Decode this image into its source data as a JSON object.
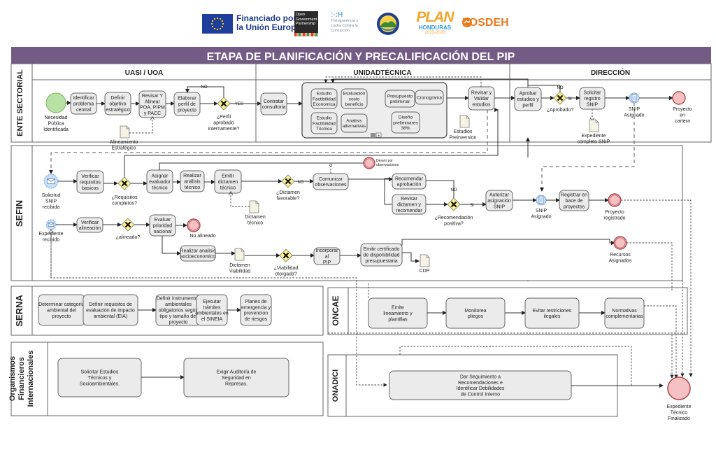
{
  "header_logos": {
    "eu_line1": "Financiado por",
    "eu_line2": "la Unión Europea",
    "ogp_lines": [
      "Open",
      "Government",
      "Partnership"
    ],
    "transp_mark": ":·:H",
    "transp_lines": [
      "Transparencia y",
      "Lucha Contra la",
      "Corrupción"
    ],
    "plan_big": "PLAN",
    "plan_country": "HONDURAS",
    "plan_years": "2023-2026",
    "fosdeh": "FOSDEH",
    "colors": {
      "eu_blue": "#1f3d9b",
      "eu_text": "#1e3a8a",
      "plan_orange": "#f4a52b",
      "plan_blue": "#2d9cd8",
      "fosdeh_orange": "#ee7a1e"
    }
  },
  "title": "ETAPA DE PLANIFICACIÓN Y PRECALIFICACIÓN DEL PIP",
  "colors": {
    "title_bar": "#735b86",
    "title_text": "#ffffff"
  },
  "ente_sectorial": {
    "pool_label": "ENTE SECTORIAL",
    "lanes": [
      "UASI / UOA",
      "UNIDADTÉCNICA",
      "DIRECCIÓN"
    ],
    "start_event": "Necesidad|Pública|Identificada",
    "tasks": {
      "identificar": "Identificar|problema|central",
      "definir": "Definir|objetivo|estratégico",
      "revisar": "Revisar Y|Alinear|POA, PIPM|y PACC",
      "elaborar": "Elaborar|perfil  de|proyecto",
      "contratar": "Contratar|consultoria",
      "revisar_validar": "Revisar y|Validar|estudios",
      "aprobar": "Aprobar|estudios y|perfil",
      "solicitar": "Solicitar|registro|SNIP"
    },
    "subprocess": {
      "estudio_econ": "Estudio|Factibilidad|Economica",
      "evaluacion": "Evaluación|costo|beneficio",
      "presupuesto": "Presupuesto|preliminar",
      "cronograma": "Cronograma",
      "estudio_tec": "Estudio|Factibilidad|Técnica",
      "analisis": "Analisis|alternativas",
      "diseno": "Diseño|preliminares|38%"
    },
    "docs": {
      "alineamiento": "Alineamiento|Estratégico",
      "estudios_pre": "Estudios|Preinversion",
      "expediente": "Expediente|completo SNIP"
    },
    "gateways": {
      "perfil": "¿Perfil|aprobado|internamente?",
      "aprobado": "¿Aprobado?"
    },
    "flow_labels": {
      "no": "NO",
      "yes": "YES",
      "si": "SI"
    },
    "snip_event": "SNIP|Asignado",
    "end_event": "Proyecto|en|cartera"
  },
  "sefin": {
    "pool_label": "SEFIN",
    "start_solicitud": "Solicitud|SNIP|recibida",
    "start_expediente": "Expediente|recibido",
    "tasks": {
      "verificar_req": "Verificar|requisitos|basicos",
      "asignar": "Asignar|evaluador|técnico",
      "realizar_tec": "Realizar|análisis|técnico",
      "emitir_dict": "Emitir|dictamen|técnico",
      "comunicar": "Comunicar|observaciones",
      "recomendar": "Recomendar|aprobación",
      "revisar_dict": "Revisar|dictamen y|recomendar",
      "autorizar": "Autorizar|asignación|SNIP",
      "registrar": "Registrar en|bace de|proyectos",
      "verificar_alin": "Verificar|alineación",
      "evaluar_prio": "Evaluar|prioridad|nacional",
      "realizar_socio": "Realizar analisis|socioeconomico",
      "incorporar": "Incorporar|al|PIP",
      "emitir_cert": "Emitir certificado|de disponibilidad|presupuestaria"
    },
    "gateways": {
      "requisitos": "¿Requisitos|completos?",
      "dictamen": "¿Dictamen|favorable?",
      "recomendacion": "¿Recomendación|positiva?",
      "alineado": "¿alineado?",
      "viabilidad": "¿Viabilidad|otorgada?"
    },
    "docs": {
      "dictamen_tec": "Dictamen|técnico",
      "dictamen_via": "Dictamen|Viabilidad",
      "cdp": "CDP"
    },
    "events": {
      "desvio": "Desvio por|observaciones",
      "no_alineado": "No alineado",
      "snip_asignado": "SNIP|Asignado",
      "proyecto_reg": "Proyecto|registrado",
      "recursos": "Recursos|Asignados"
    },
    "flow_labels": {
      "no": "NO",
      "si": "SI"
    }
  },
  "serna": {
    "pool_label": "SERNA",
    "tasks": [
      "Determinar categoría|ambiental del|proyecto",
      "Definir requisitos de|evaluación de impacto|ambiental (EIA)",
      "Definir instrumentos|ambientales|obligatorios según|tipo y tamaño del|proyecto",
      "Ejecutar|trámites|ambientales en|el SINEIA",
      "Planes de|emergencia y|prevencion|de riesgos"
    ]
  },
  "oncae": {
    "pool_label": "ONCAE",
    "tasks": [
      "Emite|lineamiento y|plantillas",
      "Monitorea|pliegos",
      "Evitar restriciones|ilegales",
      "Normativas|complementarias"
    ]
  },
  "ofi": {
    "pool_label": "Organismos|Financieros|Internacionales",
    "tasks": [
      "Solicitar Estudios|Técnicos y|Socioambientales.",
      "Exigir Auditoría de|Seguridad en|Represas."
    ]
  },
  "onadici": {
    "pool_label": "ONADICI",
    "task": "Dar Seguimiento a|Recomendaciones e|Identificar Debilidades|de Control Interno"
  },
  "final_event": "Expediente|Técnico|Finalizado"
}
